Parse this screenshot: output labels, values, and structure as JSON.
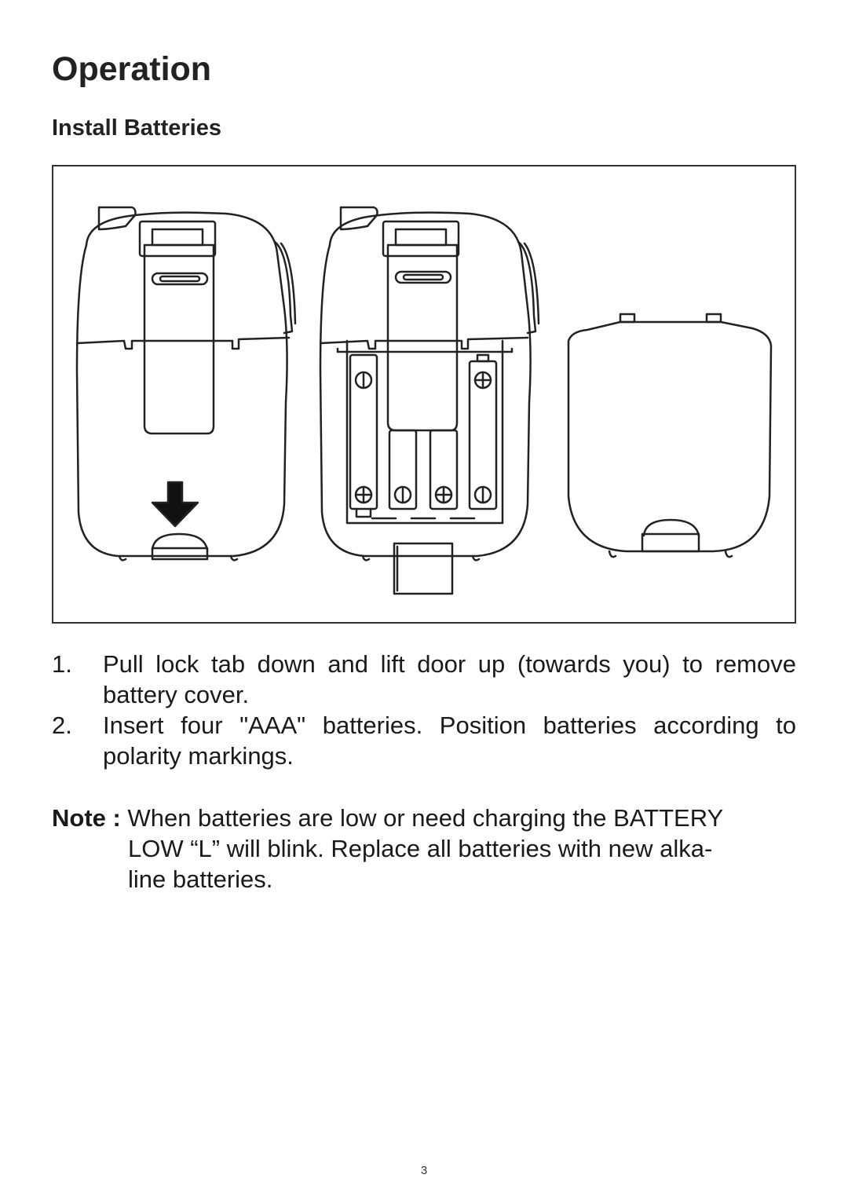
{
  "page": {
    "title": "Operation",
    "section_title": "Install Batteries",
    "page_number": "3"
  },
  "figure": {
    "description_icons": [
      "device-back-closed-icon",
      "device-battery-compartment-open-icon",
      "battery-cover-icon"
    ],
    "arrow_icon": "down-arrow-icon",
    "polarity_icons": [
      "minus-icon",
      "plus-icon"
    ]
  },
  "steps": [
    {
      "number": "1.",
      "text": "Pull lock tab down and lift door up (towards you) to remove battery cover."
    },
    {
      "number": "2.",
      "text": "Insert four \"AAA\" batteries. Position batteries according to polarity markings."
    }
  ],
  "note": {
    "label": "Note :",
    "line1": "When batteries are low or need charging the BATTERY",
    "line2": "LOW “L” will blink. Replace all batteries with new alka-",
    "line3": "line batteries."
  }
}
